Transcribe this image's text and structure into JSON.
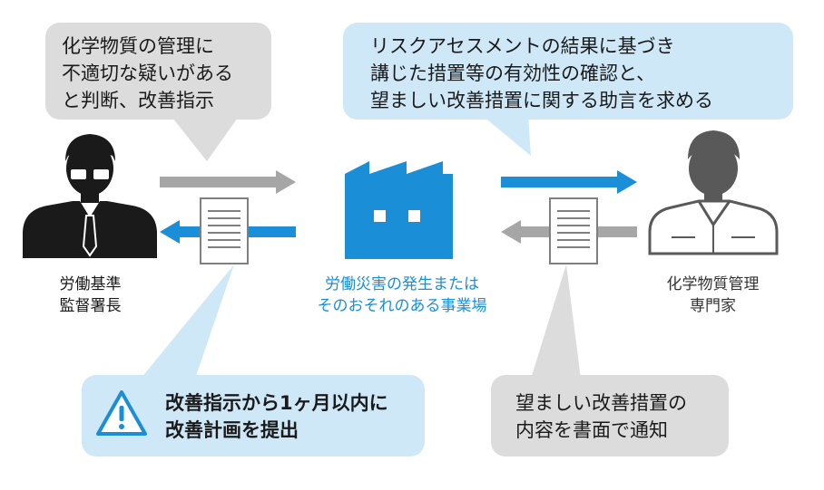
{
  "bubble_inspector": {
    "lines": [
      "化学物質の管理に",
      "不適切な疑いがある",
      "と判断、改善指示"
    ]
  },
  "bubble_employer": {
    "lines": [
      "リスクアセスメントの結果に基づき",
      "講じた措置等の有効性の確認と、",
      "望ましい改善措置に関する助言を求める"
    ]
  },
  "bubble_deadline": {
    "lines": [
      "改善指示から1ヶ月以内に",
      "改善計画を提出"
    ]
  },
  "bubble_expert_reply": {
    "lines": [
      "望ましい改善措置の",
      "内容を書面で通知"
    ]
  },
  "actors": {
    "inspector": [
      "労働基準",
      "監督署長"
    ],
    "workplace": [
      "労働災害の発生または",
      "そのおそれのある事業場"
    ],
    "expert": [
      "化学物質管理",
      "専門家"
    ]
  },
  "colors": {
    "blue": "#1a8fd8",
    "gray": "#a6a6a6",
    "bubble_gray": "#dcdcdc",
    "bubble_blue": "#cfe8f8",
    "dark": "#1a1a1a"
  },
  "icons": [
    "inspector-person-icon",
    "factory-icon",
    "expert-person-icon",
    "document-icon",
    "warning-icon"
  ]
}
